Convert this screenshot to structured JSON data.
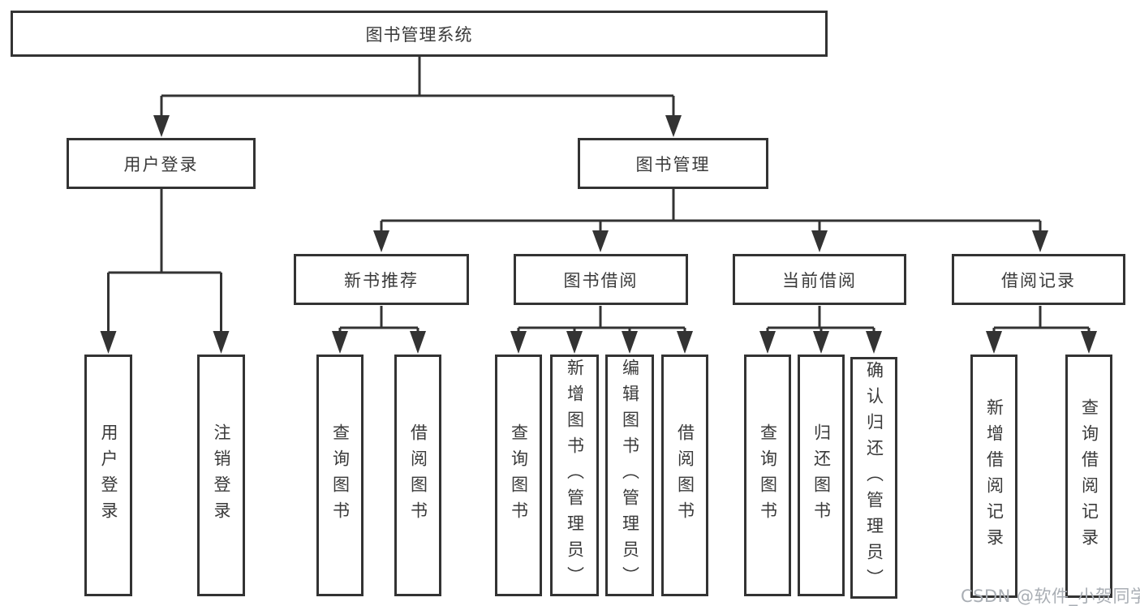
{
  "tree": {
    "root": {
      "label": "图书管理系统"
    },
    "branches": [
      {
        "label": "用户登录",
        "children": [
          {
            "label": "用户登录"
          },
          {
            "label": "注销登录"
          }
        ]
      },
      {
        "label": "图书管理",
        "children": [
          {
            "label": "新书推荐",
            "children": [
              {
                "label": "查询图书"
              },
              {
                "label": "借阅图书"
              }
            ]
          },
          {
            "label": "图书借阅",
            "children": [
              {
                "label": "查询图书"
              },
              {
                "label": "新增图书（管理员）"
              },
              {
                "label": "编辑图书（管理员）"
              },
              {
                "label": "借阅图书"
              }
            ]
          },
          {
            "label": "当前借阅",
            "children": [
              {
                "label": "查询图书"
              },
              {
                "label": "归还图书"
              },
              {
                "label": "确认归还（管理员）"
              }
            ]
          },
          {
            "label": "借阅记录",
            "children": [
              {
                "label": "新增借阅记录"
              },
              {
                "label": "查询借阅记录"
              }
            ]
          }
        ]
      }
    ]
  },
  "watermark": "CSDN @软件_小贺同学",
  "colors": {
    "line": "#333333",
    "text": "#3a3a3a",
    "background": "#ffffff",
    "watermark": "#a9aeb4"
  }
}
